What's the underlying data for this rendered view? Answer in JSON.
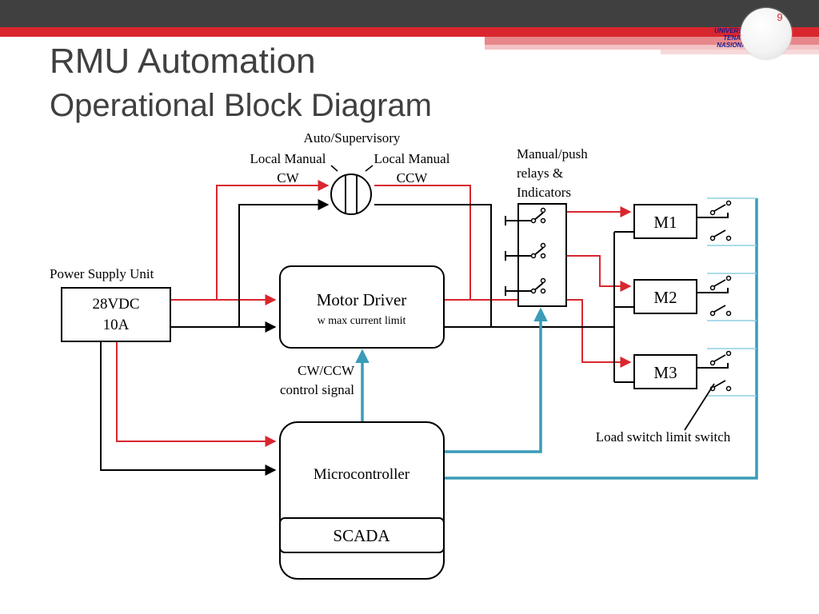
{
  "header": {
    "logo_lines": [
      "UNIVERSITI",
      "TENAGA",
      "NASIONAL"
    ],
    "page_number": "9"
  },
  "slide": {
    "title": "RMU Automation",
    "subtitle": "Operational Block Diagram"
  },
  "diagram": {
    "selector_top_label": "Auto/Supervisory",
    "selector_left_label": [
      "Local Manual",
      "CW"
    ],
    "selector_right_label": [
      "Local Manual",
      "CCW"
    ],
    "relays_label": [
      "Manual/push",
      "relays &",
      "Indicators"
    ],
    "psu_label": "Power Supply Unit",
    "psu_text": [
      "28VDC",
      "10A"
    ],
    "motor_driver": "Motor Driver",
    "motor_driver_sub": "w max current limit",
    "control_signal": [
      "CW/CCW",
      "control signal"
    ],
    "microcontroller": "Microcontroller",
    "scada": "SCADA",
    "motors": [
      "M1",
      "M2",
      "M3"
    ],
    "limit_switch_label": "Load switch limit switch"
  },
  "colors": {
    "power_wire": "#d9262e",
    "signal_wire": "#3a9cb8",
    "ground_wire": "#000000"
  }
}
